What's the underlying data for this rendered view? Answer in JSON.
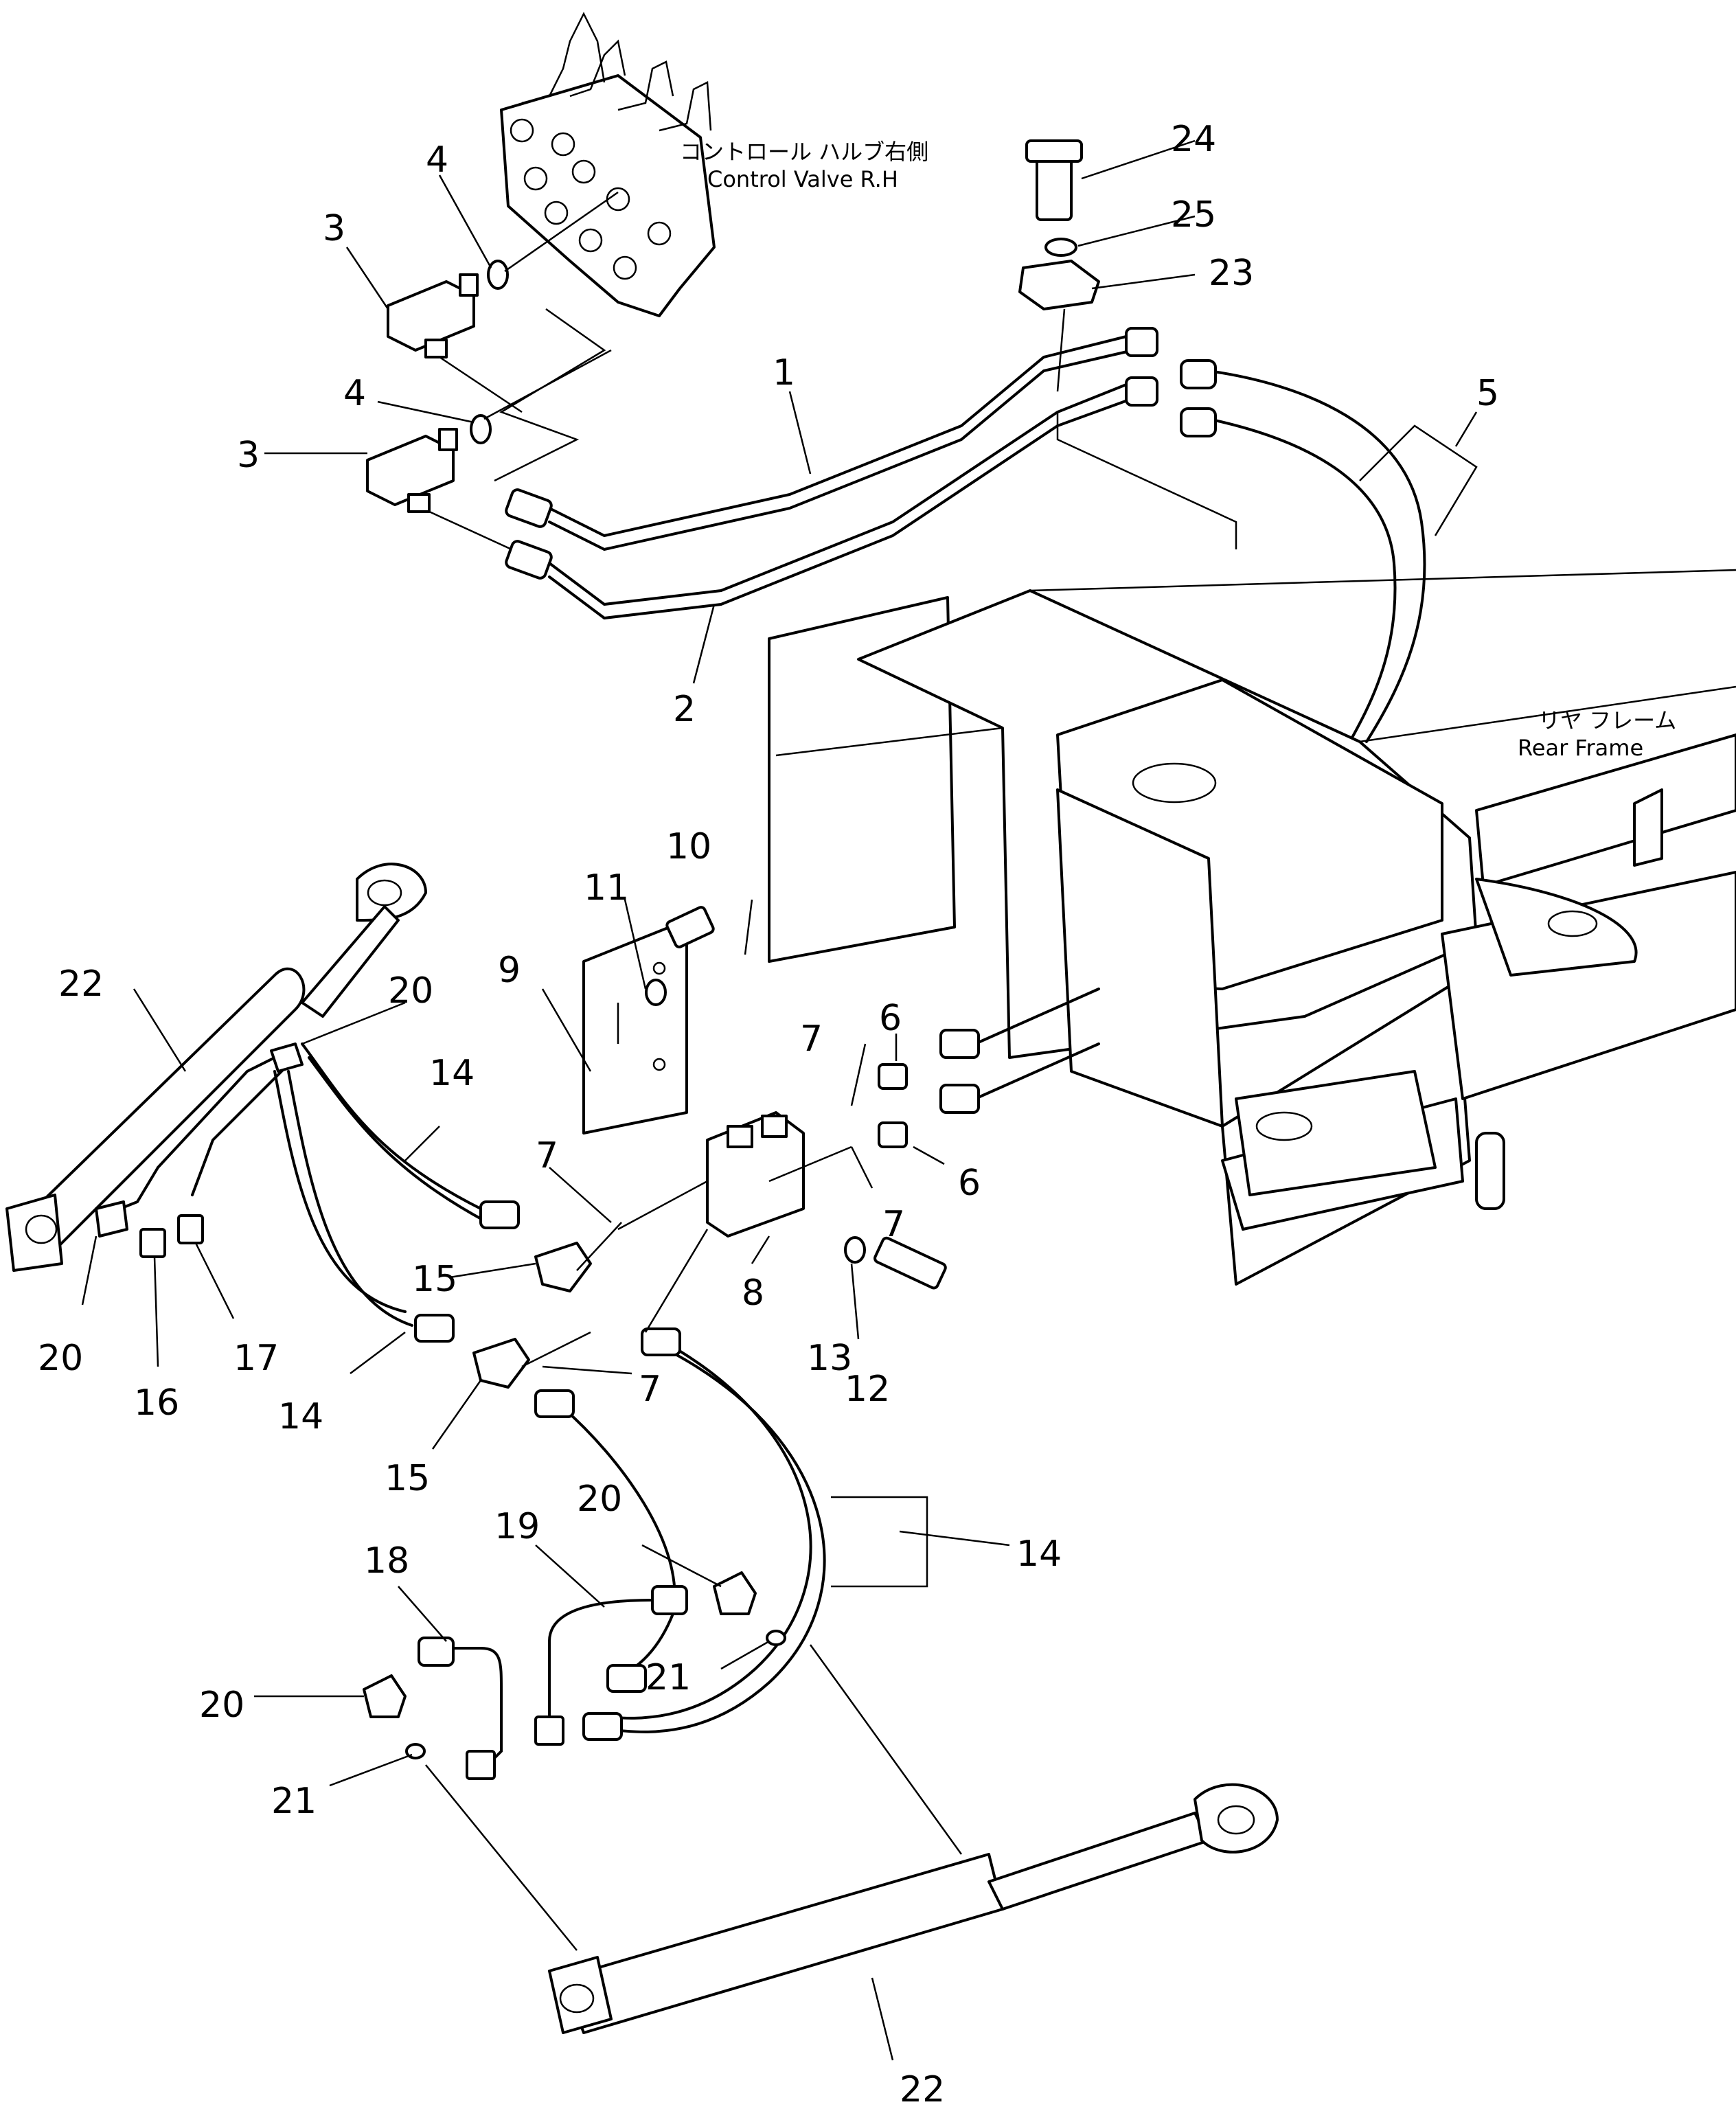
{
  "captions": {
    "control_valve_jp": "コントロール ハルブ右側",
    "control_valve_en": "Control Valve R.H",
    "rear_frame_jp": "リヤ フレーム",
    "rear_frame_en": "Rear Frame"
  },
  "callouts": {
    "c1": "1",
    "c2": "2",
    "c3a": "3",
    "c3b": "3",
    "c4a": "4",
    "c4b": "4",
    "c5": "5",
    "c6a": "6",
    "c6b": "6",
    "c7a": "7",
    "c7b": "7",
    "c7c": "7",
    "c7d": "7",
    "c8": "8",
    "c9": "9",
    "c10": "10",
    "c11": "11",
    "c12": "12",
    "c13": "13",
    "c14a": "14",
    "c14b": "14",
    "c14c": "14",
    "c15a": "15",
    "c15b": "15",
    "c16": "16",
    "c17": "17",
    "c18": "18",
    "c19": "19",
    "c20a": "20",
    "c20b": "20",
    "c20c": "20",
    "c20d": "20",
    "c21a": "21",
    "c21b": "21",
    "c22a": "22",
    "c22b": "22",
    "c23": "23",
    "c24": "24",
    "c25": "25"
  }
}
